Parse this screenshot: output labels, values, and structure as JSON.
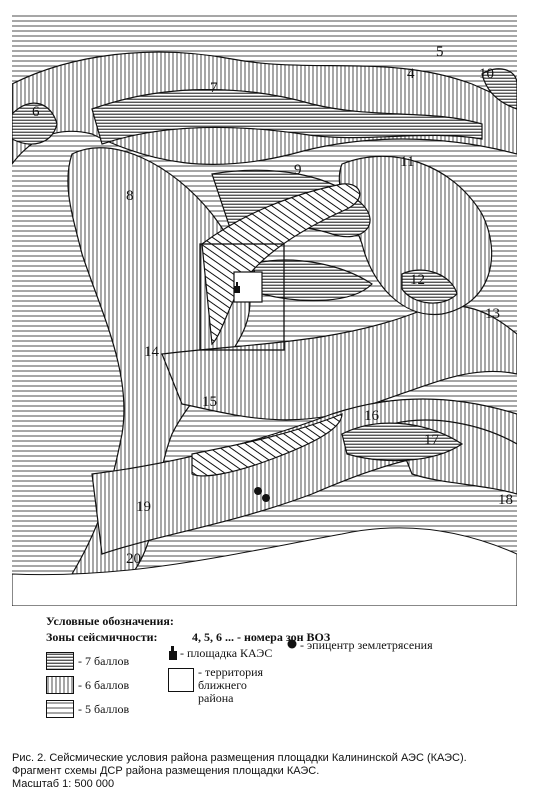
{
  "map": {
    "zone_labels": [
      "4",
      "5",
      "6",
      "7",
      "8",
      "9",
      "10",
      "11",
      "12",
      "13",
      "14",
      "15",
      "16",
      "17",
      "18",
      "19",
      "20"
    ]
  },
  "legend": {
    "title": "Условные обозначения:",
    "subtitle": "Зоны сейсмичности:",
    "zone_numbers": "4, 5, 6 ... - номера зон ВОЗ",
    "items": [
      {
        "label": "- 7 баллов",
        "pattern": "horizontal-dense"
      },
      {
        "label": "- 6 баллов",
        "pattern": "vertical"
      },
      {
        "label": "- 5 баллов",
        "pattern": "horizontal-sparse"
      }
    ],
    "site_label": "- площадка КАЭС",
    "epicenter_label": "- эпицентр землетрясения",
    "territory_label": "- территория ближнего района"
  },
  "caption": {
    "line1": "Рис. 2. Сейсмические условия района размещения площадки Калининской АЭС (КАЭС).",
    "line2": "Фрагмент схемы ДСР района размещения площадки КАЭС.",
    "line3": "Масштаб 1: 500 000"
  }
}
